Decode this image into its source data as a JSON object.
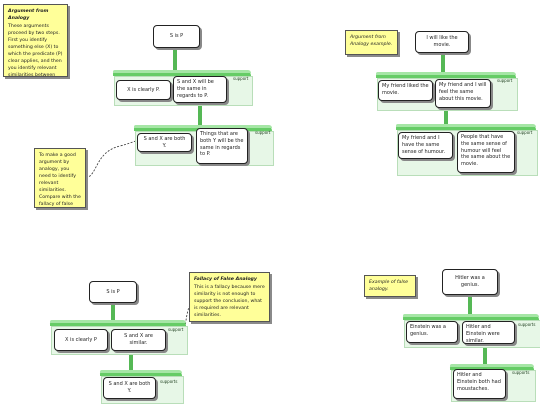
{
  "notes": {
    "intro_title": "Argument from Analogy",
    "intro_text": "These arguments proceed by two steps. First you identify something else (X) to which the predicate (P) clear applies, and then you identify relevant similarities between that thing (X) and the subject (S).",
    "good_argument": "To make a good argument by analogy, you need to identify relevant similarities. Compare with the fallacy of false analogy below.",
    "example_label": "Argument from Analogy example.",
    "fallacy_title": "Fallacy of False Analogy",
    "fallacy_text": "This is a fallacy because mere similarity is not enough to support the conclusion, what is required are relevant similarities.",
    "false_example_label": "Example of false analogy."
  },
  "support_label": "support",
  "supports_label": "supports",
  "diagram1": {
    "conclusion": "S is P",
    "premise_a": "X is clearly P.",
    "premise_b": "S and X will be the same in regards to P.",
    "premise_c": "S and X are both Y.",
    "premise_d": "Things that are both Y will be the same in regards to P."
  },
  "diagram2": {
    "conclusion": "I will like the movie.",
    "premise_a": "My friend liked the movie.",
    "premise_b": "My friend and I will feel the same about this movie.",
    "premise_c": "My friend and I have the same sense of humour.",
    "premise_d": "People that have the same sense of humour will feel the same about the movie."
  },
  "diagram3": {
    "conclusion": "S is P",
    "premise_a": "X is clearly P",
    "premise_b": "S and X are similar.",
    "premise_c": "S and X are both Y."
  },
  "diagram4": {
    "conclusion": "Hitler was a genius.",
    "premise_a": "Einstein was a genius.",
    "premise_b": "Hitler and Einstein were similar.",
    "premise_c": "Hitler and Einstein both had moustaches."
  }
}
